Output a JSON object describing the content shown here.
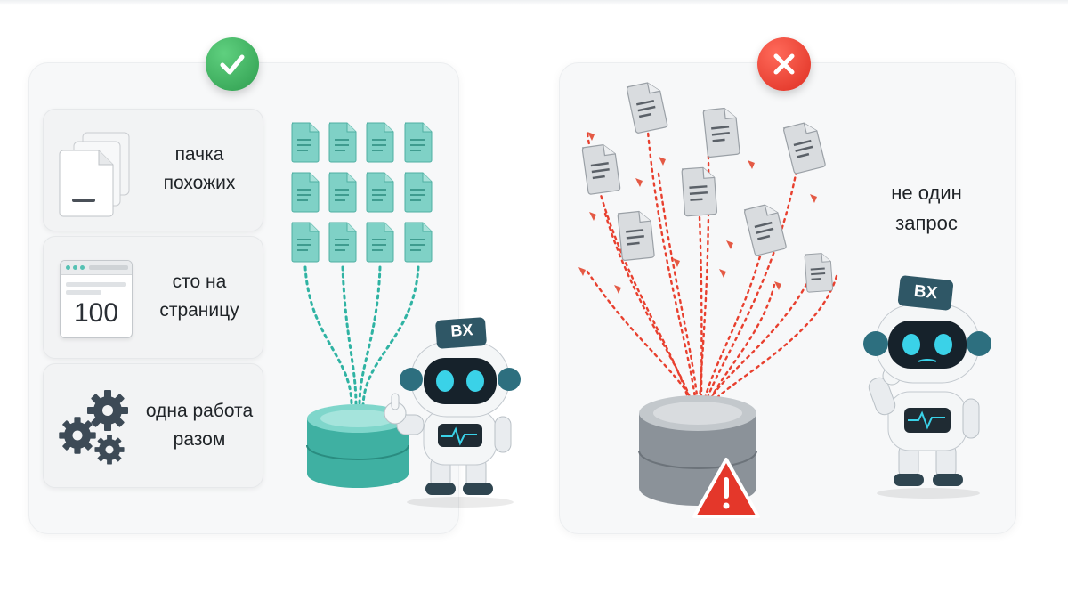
{
  "good_panel": {
    "badge_icon": "check-icon",
    "cards": [
      {
        "icon": "stacked-documents-icon",
        "lines": [
          "пачка",
          "похожих"
        ]
      },
      {
        "icon": "browser-page-icon",
        "page_number": "100",
        "lines": [
          "сто на",
          "страницу"
        ]
      },
      {
        "icon": "gears-icon",
        "lines": [
          "одна работа",
          "разом"
        ]
      }
    ],
    "robot_badge": "BX",
    "accent": "#3bb3a6"
  },
  "bad_panel": {
    "badge_icon": "cross-icon",
    "lines": [
      "не один",
      "запрос"
    ],
    "robot_badge": "BX",
    "accent": "#e2392b",
    "warning_icon": "warning-triangle-icon"
  }
}
